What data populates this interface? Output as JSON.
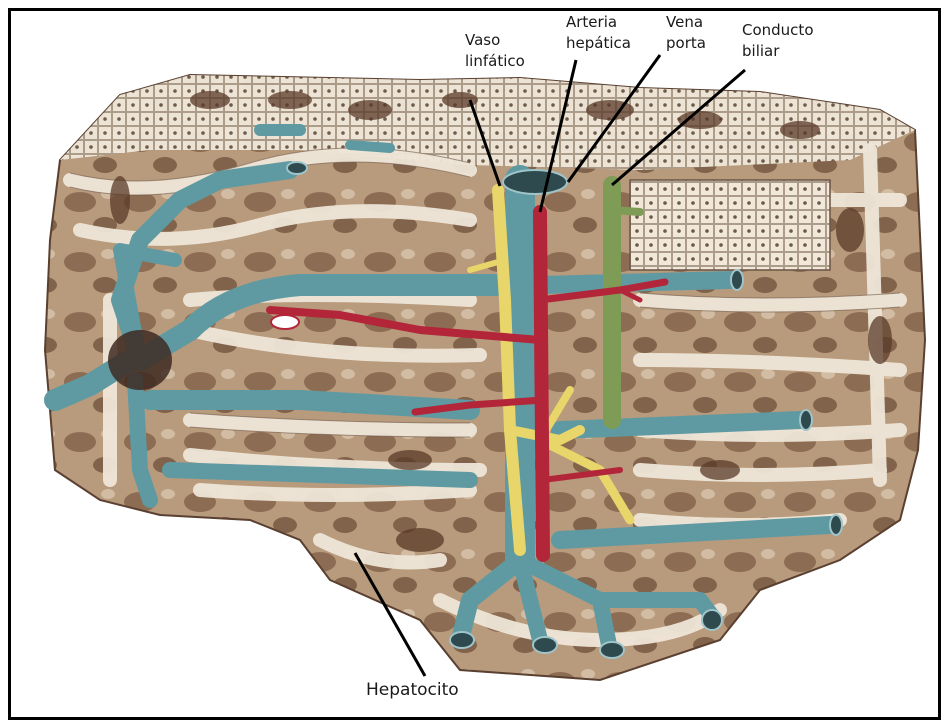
{
  "labels": {
    "vaso_linfatico": [
      "Vaso",
      "linfático"
    ],
    "arteria_hepatica": [
      "Arteria",
      "hepática"
    ],
    "vena_porta": [
      "Vena",
      "porta"
    ],
    "conducto_biliar": [
      "Conducto",
      "biliar"
    ],
    "hepatocito": "Hepatocito"
  },
  "colors": {
    "portal_vein": "#5f9aa3",
    "hepatic_artery": "#b3263a",
    "lymphatic": "#e8d66a",
    "bile_duct": "#7f9c56",
    "hepatocyte_plate": "#efe6d8",
    "sinusoid_shadow": "#6b4a33"
  }
}
